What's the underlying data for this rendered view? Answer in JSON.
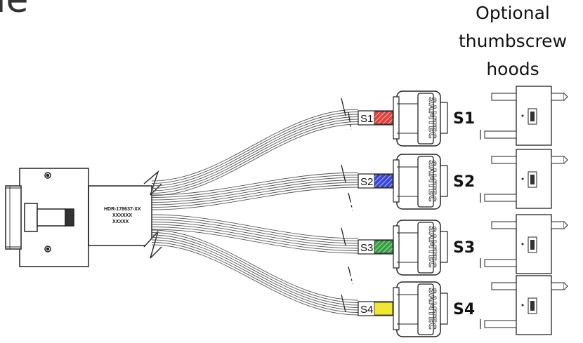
{
  "title": {
    "lines": [
      "Optional",
      "thumbscrew",
      "hoods"
    ]
  },
  "main_label": {
    "lines": [
      "HDR-178637-XX",
      "XXXXXX",
      "XXXXX"
    ]
  },
  "connectors": [
    {
      "tag": "S1",
      "label": "S1",
      "color": "#e0413a"
    },
    {
      "tag": "S2",
      "label": "S2",
      "color": "#3848d8"
    },
    {
      "tag": "S3",
      "label": "S3",
      "color": "#35a040"
    },
    {
      "tag": "S4",
      "label": "S4",
      "color": "#f0e830"
    }
  ],
  "connector_brand": "SAMTEC",
  "partial_header_text": "ıe"
}
